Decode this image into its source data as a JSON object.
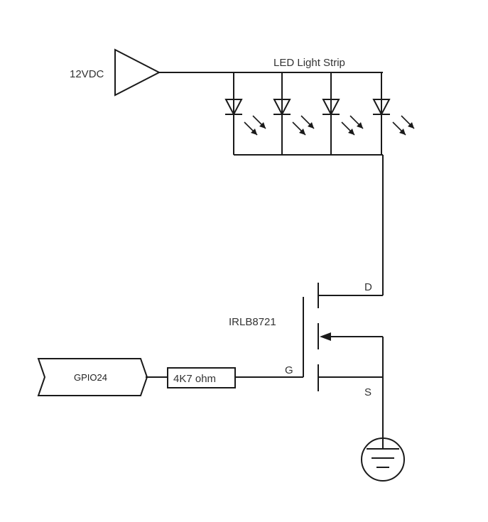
{
  "power": {
    "label": "12VDC"
  },
  "led_strip": {
    "label": "LED Light Strip"
  },
  "mosfet": {
    "part": "IRLB8721",
    "drain": "D",
    "gate": "G",
    "source": "S"
  },
  "resistor": {
    "label": "4K7 ohm"
  },
  "gpio": {
    "label": "GPIO24"
  },
  "colors": {
    "line": "#1a1a1a",
    "text": "#333333",
    "background": "#ffffff"
  }
}
